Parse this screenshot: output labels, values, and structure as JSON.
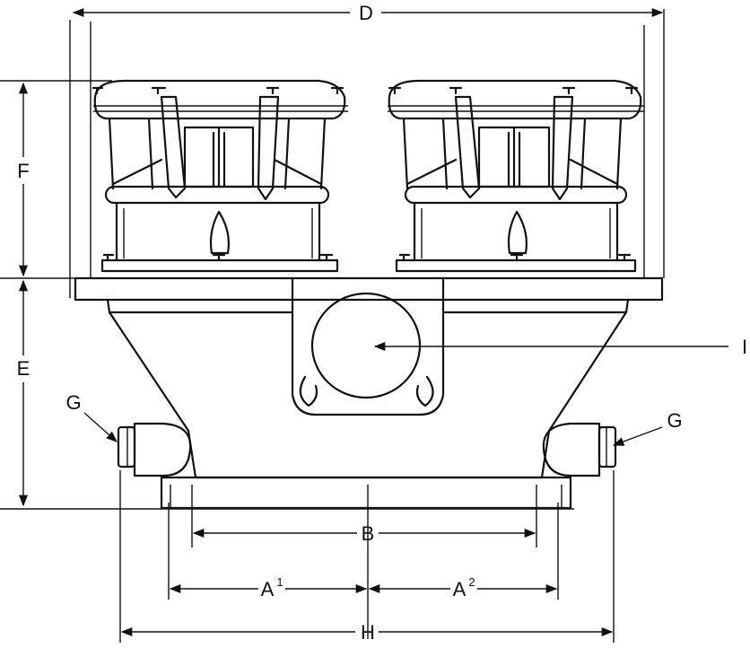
{
  "labels": {
    "D": "D",
    "F": "F",
    "E": "E",
    "I": "I",
    "G_left": "G",
    "G_right": "G",
    "B": "B",
    "A1": "A",
    "A1_sup": "1",
    "A2": "A",
    "A2_sup": "2",
    "H": "H"
  },
  "icons": {
    "arrowhead": "filled-triangle",
    "clamp": "toggle-clamp"
  }
}
